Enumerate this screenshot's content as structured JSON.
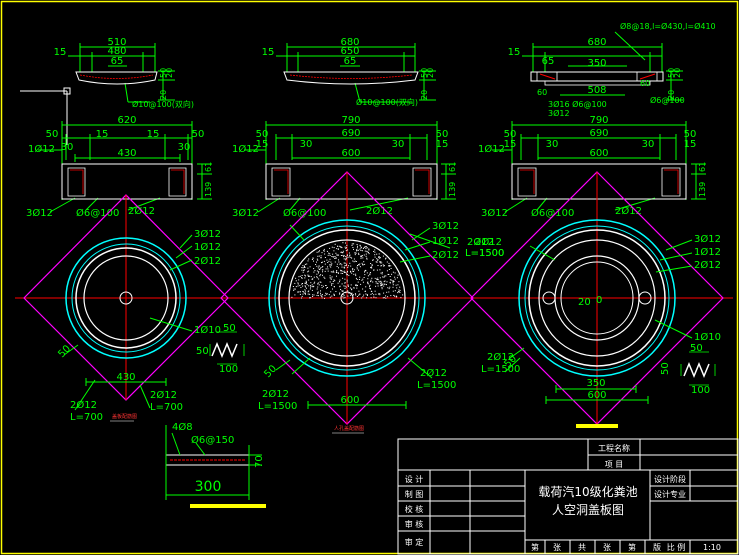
{
  "colors": {
    "background": "#000000",
    "frame": "#ffff00",
    "green": "#00ff00",
    "red": "#ff0000",
    "magenta": "#ff00ff",
    "cyan": "#00ffff",
    "white": "#ffffff"
  },
  "top_sections": [
    {
      "total": "510",
      "inner": "480",
      "edge": "15",
      "mid": "65",
      "h1": "20",
      "h2": "50",
      "h3": "20",
      "rebar": "Ø10@100(双向)"
    },
    {
      "total": "680",
      "inner": "650",
      "edge": "15",
      "mid": "65",
      "h1": "20",
      "h2": "50",
      "h3": "20",
      "rebar": "Ø10@100(双向)"
    },
    {
      "total": "680",
      "inner": "350",
      "inner_b": "508",
      "edge": "15",
      "mid": "65",
      "h1": "20",
      "h2": "50",
      "h3": "20",
      "a": "60",
      "b": "60",
      "note": "Ø8@18,l=Ø430,l=Ø410",
      "rebar": "Ø6@100",
      "rebar2": "3Ø16 Ø6@100",
      "rebar3": "3Ø12"
    }
  ],
  "mid_sections": [
    {
      "total": "620",
      "inner": "430",
      "e1": "50",
      "e2": "15",
      "e3": "15",
      "e4": "50",
      "a": "30",
      "b": "30",
      "h1": "61",
      "h2": "139",
      "bar_top": "1Ø12",
      "bar_l": "3Ø12",
      "bar_m": "Ø6@100",
      "bar_r": "2Ø12"
    },
    {
      "total": "790",
      "inner": "690",
      "inner2": "600",
      "e1": "50",
      "e2": "15",
      "e3": "15",
      "e4": "50",
      "a": "30",
      "b": "30",
      "h1": "61",
      "h2": "139",
      "bar_top": "1Ø12",
      "bar_l": "3Ø12",
      "bar_m": "Ø6@100",
      "bar_r": "2Ø12"
    },
    {
      "total": "790",
      "inner": "690",
      "inner2": "600",
      "e1": "50",
      "e2": "15",
      "e3": "15",
      "e4": "50",
      "a": "30",
      "b": "30",
      "h1": "61",
      "h2": "139",
      "bar_top": "1Ø12",
      "bar_l": "3Ø12",
      "bar_m": "Ø6@100",
      "bar_r": "2Ø12"
    }
  ],
  "plans": [
    {
      "r1": "3Ø12",
      "r2": "1Ø12",
      "r3": "2Ø12",
      "hook": "1Ø10",
      "hw": "50",
      "hh": "50",
      "hb": "100",
      "w": "430",
      "diag": "50",
      "lbl_b1": "2Ø12",
      "lbl_b2": "L=700",
      "lbl_c1": "2Ø12",
      "lbl_c2": "L=700",
      "caption": "盖板配筋图"
    },
    {
      "r1": "3Ø12",
      "r2": "1Ø12",
      "r3": "2Ø12",
      "lbl_l1": "2Ø12",
      "lbl_l2": "L=1500",
      "lbl_b1": "2Ø12",
      "lbl_b2": "L=1500",
      "lbl_r1": "2Ø12",
      "lbl_r2": "L=1500",
      "w": "600",
      "diag": "50",
      "caption": "人孔盖配筋图"
    },
    {
      "r1": "3Ø12",
      "r2": "1Ø12",
      "r3": "2Ø12",
      "lbl_l1": "2Ø12",
      "lbl_l2": "L=1500",
      "lbl_b1": "2Ø12",
      "lbl_b2": "L=1500",
      "hook": "1Ø10",
      "hw": "50",
      "hh": "50",
      "hb": "100",
      "w1": "350",
      "w2": "600",
      "diag": "50",
      "inner": "20",
      "inner_b": "0"
    }
  ],
  "small_detail": {
    "top": "4Ø8",
    "rebar": "Ø6@150",
    "h": "70",
    "w": "300"
  },
  "title_block": {
    "project_name_label": "工程名称",
    "item_label": "项 目",
    "rows": [
      "设 计",
      "制 图",
      "校 核",
      "审 核",
      "审 定"
    ],
    "title_line1": "载荷汽10级化粪池",
    "title_line2": "人空洞盖板图",
    "stage_label": "设计阶段",
    "specialty_label": "设计专业",
    "footer": [
      "第",
      "张",
      "共",
      "张",
      "第",
      "版",
      "比 例",
      "1:10"
    ]
  }
}
